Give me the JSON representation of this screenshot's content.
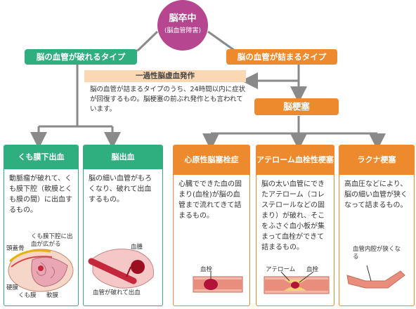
{
  "root": {
    "title": "脳卒中",
    "subtitle": "(脳血管障害)"
  },
  "branches": {
    "rupture": "脳の血管が破れるタイプ",
    "blockage": "脳の血管が詰まるタイプ"
  },
  "tia": {
    "title": "一過性脳虚血発作",
    "body": "脳の血管が詰まるタイプのうち、24時間以内に症状が回復するもの。脳梗塞の前ぶれ発作とも言われています。"
  },
  "infarction": "脳梗塞",
  "cards": [
    {
      "title": "くも膜下出血",
      "body": "動脈瘤が破れて、くも膜下腔（軟膜とくも膜の間）に出血するもの。",
      "labels": [
        "頭蓋骨",
        "くも膜下腔に出血が広がる",
        "硬膜",
        "くも膜",
        "軟膜"
      ]
    },
    {
      "title": "脳出血",
      "body": "脳の細い血管がもろくなり、破れて出血するもの。",
      "labels": [
        "血腫",
        "血管が破れて出血"
      ]
    },
    {
      "title": "心原性脳塞栓症",
      "body": "心臓でできた血の固まり(血栓)が脳の血管まで流れてきて詰まるもの。",
      "labels": [
        "血栓"
      ]
    },
    {
      "title": "アテローム血栓性梗塞",
      "body": "脳の太い血管にできたアテローム（コレステロールなどの固まり）が破れ、そこをふさぐ血小板が集まって血栓ができて詰まるもの。",
      "labels": [
        "アテローム",
        "血栓"
      ]
    },
    {
      "title": "ラクナ梗塞",
      "body": "高血圧などにより、脳の細い血管が狭くなって詰まるもの。",
      "labels": [
        "血管内腔が狭くなる"
      ]
    }
  ],
  "colors": {
    "root": "#b5468f",
    "green": "#2fae80",
    "orange": "#ee8a2e",
    "tia_header": "#fbd8b4",
    "connector": "#8a8a8a"
  }
}
